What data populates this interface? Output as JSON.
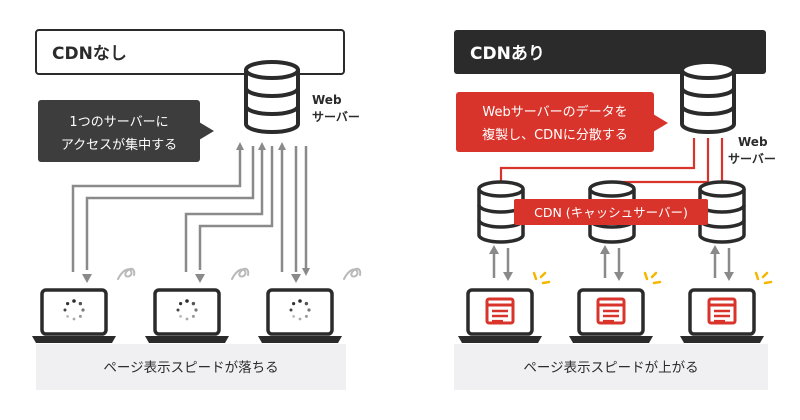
{
  "left": {
    "title": "CDNなし",
    "server_label": [
      "Web",
      "サーバー"
    ],
    "callout": [
      "1つのサーバーに",
      "アクセスが集中する"
    ],
    "footer": "ページ表示スピードが落ちる"
  },
  "right": {
    "title": "CDNあり",
    "server_label": [
      "Web",
      "サーバー"
    ],
    "callout": [
      "Webサーバーのデータを",
      "複製し、CDNに分散する"
    ],
    "cdn_label": "CDN (キャッシュサーバー)",
    "footer": "ページ表示スピードが上がる"
  },
  "colors": {
    "dark": "#2b2b2b",
    "red": "#d9342b",
    "gray": "#8a8a8a",
    "footer_bg": "#f0f0f2",
    "callout_dark": "#3d3d3d",
    "accent_yellow": "#f5b800"
  },
  "icons": {
    "server": "database-server-icon",
    "laptop_loading": "laptop-loading-icon",
    "laptop_page": "laptop-webpage-icon",
    "spinner": "loading-spinner-icon",
    "wait_swirl": "waiting-swirl-icon",
    "sparkle": "fast-sparkle-icon"
  }
}
